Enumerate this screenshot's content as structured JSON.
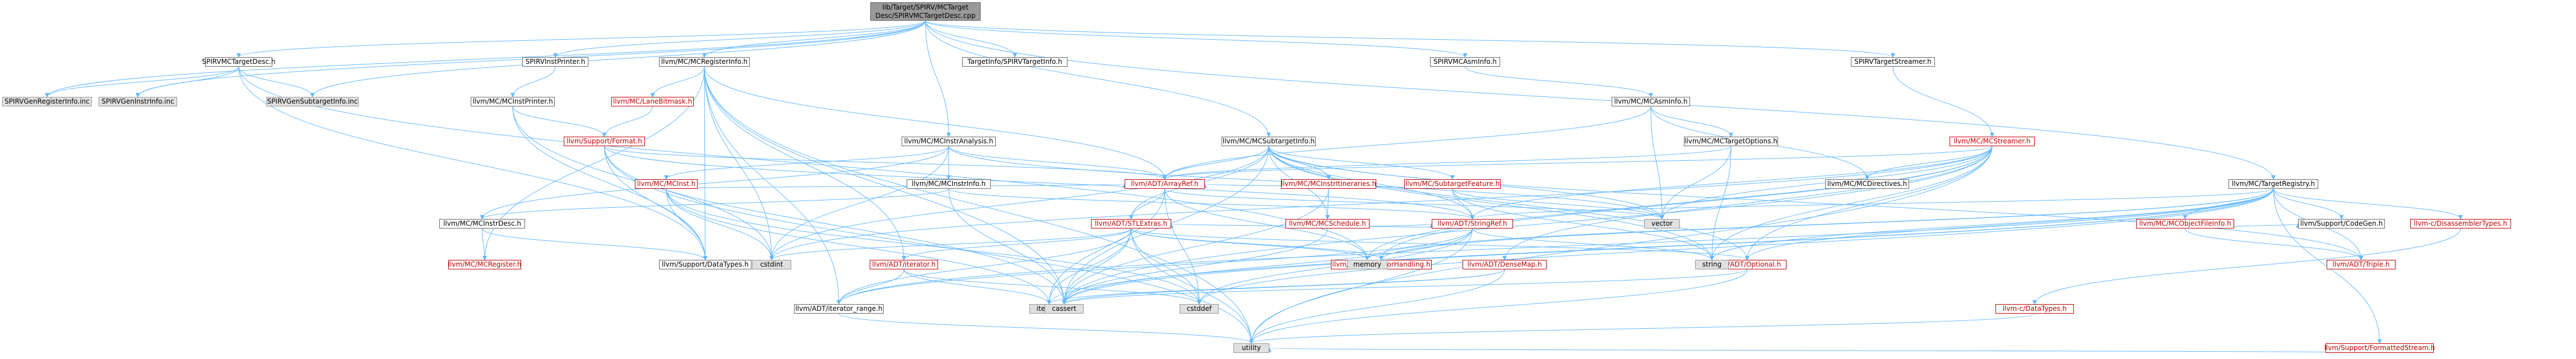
{
  "diagram": {
    "nodes": [
      {
        "id": "root",
        "label": "lib/Target/SPIRV/MCTarget\nDesc/SPIRVMCTargetDesc.cpp",
        "style": "root"
      },
      {
        "id": "spirvmctd",
        "label": "SPIRVMCTargetDesc.h",
        "style": "plain"
      },
      {
        "id": "genreg",
        "label": "SPIRVGenRegisterInfo.inc",
        "style": "grey"
      },
      {
        "id": "geninstr",
        "label": "SPIRVGenInstrInfo.inc",
        "style": "grey"
      },
      {
        "id": "gensub",
        "label": "SPIRVGenSubtargetInfo.inc",
        "style": "grey"
      },
      {
        "id": "instprinter",
        "label": "SPIRVInstPrinter.h",
        "style": "plain"
      },
      {
        "id": "mcinstprinter",
        "label": "llvm/MC/MCInstPrinter.h",
        "style": "plain"
      },
      {
        "id": "mcreginfo",
        "label": "llvm/MC/MCRegisterInfo.h",
        "style": "plain"
      },
      {
        "id": "lanebitmask",
        "label": "llvm/MC/LaneBitmask.h",
        "style": "red"
      },
      {
        "id": "format",
        "label": "llvm/Support/Format.h",
        "style": "red"
      },
      {
        "id": "mcinst",
        "label": "llvm/MC/MCInst.h",
        "style": "red"
      },
      {
        "id": "mcinstrdesc",
        "label": "llvm/MC/MCInstrDesc.h",
        "style": "plain"
      },
      {
        "id": "mcregister",
        "label": "llvm/MC/MCRegister.h",
        "style": "red"
      },
      {
        "id": "datatypes",
        "label": "llvm/Support/DataTypes.h",
        "style": "plain"
      },
      {
        "id": "targetinfo",
        "label": "TargetInfo/SPIRVTargetInfo.h",
        "style": "plain"
      },
      {
        "id": "mcinstranalysis",
        "label": "llvm/MC/MCInstrAnalysis.h",
        "style": "plain"
      },
      {
        "id": "mcinstrinfo",
        "label": "llvm/MC/MCInstrInfo.h",
        "style": "plain"
      },
      {
        "id": "mcsubtarget",
        "label": "llvm/MC/MCSubtargetInfo.h",
        "style": "plain"
      },
      {
        "id": "arrayref",
        "label": "llvm/ADT/ArrayRef.h",
        "style": "red"
      },
      {
        "id": "stlextras",
        "label": "llvm/ADT/STLExtras.h",
        "style": "red"
      },
      {
        "id": "mcinstrit",
        "label": "llvm/MC/MCInstrItineraries.h",
        "style": "red"
      },
      {
        "id": "mcschedule",
        "label": "llvm/MC/MCSchedule.h",
        "style": "red"
      },
      {
        "id": "subtargetfeature",
        "label": "llvm/MC/SubtargetFeature.h",
        "style": "red"
      },
      {
        "id": "stringref",
        "label": "llvm/ADT/StringRef.h",
        "style": "red"
      },
      {
        "id": "iteratorh",
        "label": "llvm/ADT/iterator.h",
        "style": "red"
      },
      {
        "id": "iterrange",
        "label": "llvm/ADT/iterator_range.h",
        "style": "plain"
      },
      {
        "id": "errorhandling",
        "label": "llvm/Support/ErrorHandling.h",
        "style": "red"
      },
      {
        "id": "densemap",
        "label": "llvm/ADT/DenseMap.h",
        "style": "red"
      },
      {
        "id": "optional",
        "label": "llvm/ADT/Optional.h",
        "style": "red"
      },
      {
        "id": "asminfoh",
        "label": "SPIRVMCAsmInfo.h",
        "style": "plain"
      },
      {
        "id": "mcasminfo",
        "label": "llvm/MC/MCAsmInfo.h",
        "style": "plain"
      },
      {
        "id": "mctargetoptions",
        "label": "llvm/MC/MCTargetOptions.h",
        "style": "plain"
      },
      {
        "id": "mcdirectives",
        "label": "llvm/MC/MCDirectives.h",
        "style": "plain"
      },
      {
        "id": "streamerh",
        "label": "SPIRVTargetStreamer.h",
        "style": "plain"
      },
      {
        "id": "mcstreamer",
        "label": "llvm/MC/MCStreamer.h",
        "style": "red"
      },
      {
        "id": "targetregistry",
        "label": "llvm/MC/TargetRegistry.h",
        "style": "plain"
      },
      {
        "id": "mcobjfile",
        "label": "llvm/MC/MCObjectFileInfo.h",
        "style": "red"
      },
      {
        "id": "codegen",
        "label": "llvm/Support/CodeGen.h",
        "style": "plain"
      },
      {
        "id": "disasmtypes",
        "label": "llvm-c/DisassemblerTypes.h",
        "style": "red"
      },
      {
        "id": "triple",
        "label": "llvm/ADT/Triple.h",
        "style": "red"
      },
      {
        "id": "cdatatypes",
        "label": "llvm-c/DataTypes.h",
        "style": "red"
      },
      {
        "id": "formattedstream",
        "label": "llvm/Support/FormattedStream.h",
        "style": "red"
      },
      {
        "id": "cstdint",
        "label": "cstdint",
        "style": "grey"
      },
      {
        "id": "memory",
        "label": "memory",
        "style": "grey"
      },
      {
        "id": "vector",
        "label": "vector",
        "style": "grey"
      },
      {
        "id": "string",
        "label": "string",
        "style": "grey"
      },
      {
        "id": "iterator",
        "label": "iterator",
        "style": "grey"
      },
      {
        "id": "cassert",
        "label": "cassert",
        "style": "grey"
      },
      {
        "id": "cstddef",
        "label": "cstddef",
        "style": "grey"
      },
      {
        "id": "utility",
        "label": "utility",
        "style": "grey"
      }
    ],
    "edges": [
      [
        "root",
        "spirvmctd"
      ],
      [
        "root",
        "genreg"
      ],
      [
        "root",
        "geninstr"
      ],
      [
        "root",
        "gensub"
      ],
      [
        "root",
        "instprinter"
      ],
      [
        "root",
        "mcreginfo"
      ],
      [
        "root",
        "targetinfo"
      ],
      [
        "root",
        "mcinstranalysis"
      ],
      [
        "root",
        "mcsubtarget"
      ],
      [
        "root",
        "asminfoh"
      ],
      [
        "root",
        "streamerh"
      ],
      [
        "root",
        "targetregistry"
      ],
      [
        "spirvmctd",
        "genreg"
      ],
      [
        "spirvmctd",
        "geninstr"
      ],
      [
        "spirvmctd",
        "gensub"
      ],
      [
        "spirvmctd",
        "datatypes"
      ],
      [
        "spirvmctd",
        "memory"
      ],
      [
        "instprinter",
        "mcinstprinter"
      ],
      [
        "mcinstprinter",
        "format"
      ],
      [
        "mcinstprinter",
        "datatypes"
      ],
      [
        "mcinstprinter",
        "cstdint"
      ],
      [
        "mcreginfo",
        "lanebitmask"
      ],
      [
        "mcreginfo",
        "mcregister"
      ],
      [
        "mcreginfo",
        "datatypes"
      ],
      [
        "mcreginfo",
        "cassert"
      ],
      [
        "mcreginfo",
        "cstdint"
      ],
      [
        "mcreginfo",
        "utility"
      ],
      [
        "mcreginfo",
        "iteratorh"
      ],
      [
        "mcreginfo",
        "iterrange"
      ],
      [
        "mcreginfo",
        "arrayref"
      ],
      [
        "lanebitmask",
        "format"
      ],
      [
        "format",
        "arrayref"
      ],
      [
        "format",
        "stringref"
      ],
      [
        "format",
        "datatypes"
      ],
      [
        "format",
        "cassert"
      ],
      [
        "format",
        "cstdio"
      ],
      [
        "format",
        "tuple"
      ],
      [
        "format",
        "utility"
      ],
      [
        "mcinstranalysis",
        "mcinst"
      ],
      [
        "mcinstranalysis",
        "mcinstrinfo"
      ],
      [
        "mcinstranalysis",
        "mcinstrdesc"
      ],
      [
        "mcinstranalysis",
        "arrayref"
      ],
      [
        "mcinstranalysis",
        "cstdint"
      ],
      [
        "mcinstranalysis",
        "vector"
      ],
      [
        "mcinst",
        "arrayref"
      ],
      [
        "mcinst",
        "cstddef"
      ],
      [
        "mcinst",
        "cstdint"
      ],
      [
        "mcinst",
        "iterator"
      ],
      [
        "mcinst",
        "datatypes"
      ],
      [
        "mcinstrinfo",
        "mcinstrdesc"
      ],
      [
        "mcinstrinfo",
        "stringref"
      ],
      [
        "mcinstrinfo",
        "cassert"
      ],
      [
        "mcinstrdesc",
        "mcregister"
      ],
      [
        "mcinstrdesc",
        "datatypes"
      ],
      [
        "mcsubtarget",
        "arrayref"
      ],
      [
        "mcsubtarget",
        "stlextras"
      ],
      [
        "mcsubtarget",
        "mcinstrit"
      ],
      [
        "mcsubtarget",
        "mcschedule"
      ],
      [
        "mcsubtarget",
        "subtargetfeature"
      ],
      [
        "mcsubtarget",
        "stringref"
      ],
      [
        "mcsubtarget",
        "triple"
      ],
      [
        "mcsubtarget",
        "cassert"
      ],
      [
        "mcsubtarget",
        "cstdint"
      ],
      [
        "mcsubtarget",
        "string"
      ],
      [
        "mcsubtarget",
        "vector"
      ],
      [
        "mcsubtarget",
        "optional"
      ],
      [
        "arrayref",
        "stlextras"
      ],
      [
        "arrayref",
        "memory"
      ],
      [
        "arrayref",
        "vector"
      ],
      [
        "arrayref",
        "iterator"
      ],
      [
        "arrayref",
        "cstddef"
      ],
      [
        "stlextras",
        "iteratorh"
      ],
      [
        "stlextras",
        "iterrange"
      ],
      [
        "stlextras",
        "errorhandling"
      ],
      [
        "stlextras",
        "optional"
      ],
      [
        "stlextras",
        "cassert"
      ],
      [
        "stlextras",
        "cstddef"
      ],
      [
        "stlextras",
        "cstdint"
      ],
      [
        "stlextras",
        "iterator"
      ],
      [
        "stlextras",
        "memory"
      ],
      [
        "stlextras",
        "utility"
      ],
      [
        "mcinstrit",
        "mcschedule"
      ],
      [
        "mcinstrit",
        "cassert"
      ],
      [
        "mcschedule",
        "stringref"
      ],
      [
        "mcschedule",
        "cassert"
      ],
      [
        "subtargetfeature",
        "arrayref"
      ],
      [
        "subtargetfeature",
        "stringref"
      ],
      [
        "subtargetfeature",
        "string"
      ],
      [
        "subtargetfeature",
        "vector"
      ],
      [
        "stringref",
        "stlextras"
      ],
      [
        "stringref",
        "iterrange"
      ],
      [
        "stringref",
        "string"
      ],
      [
        "stringref",
        "cassert"
      ],
      [
        "stringref",
        "cstddef"
      ],
      [
        "stringref",
        "utility"
      ],
      [
        "iteratorh",
        "iterrange"
      ],
      [
        "iteratorh",
        "cstddef"
      ],
      [
        "iteratorh",
        "iterator"
      ],
      [
        "iterrange",
        "utility"
      ],
      [
        "densemap",
        "utility"
      ],
      [
        "densemap",
        "cassert"
      ],
      [
        "densemap",
        "iterator"
      ],
      [
        "optional",
        "cassert"
      ],
      [
        "optional",
        "utility"
      ],
      [
        "asminfoh",
        "mcasminfo"
      ],
      [
        "mcasminfo",
        "mcdirectives"
      ],
      [
        "mcasminfo",
        "mctargetoptions"
      ],
      [
        "mcasminfo",
        "vector"
      ],
      [
        "mcasminfo",
        "arrayref"
      ],
      [
        "mctargetoptions",
        "string"
      ],
      [
        "mctargetoptions",
        "vector"
      ],
      [
        "mctargetoptions",
        "arrayref"
      ],
      [
        "streamerh",
        "mcstreamer"
      ],
      [
        "mcstreamer",
        "arrayref"
      ],
      [
        "mcstreamer",
        "densemap"
      ],
      [
        "mcstreamer",
        "optional"
      ],
      [
        "mcstreamer",
        "stringref"
      ],
      [
        "mcstreamer",
        "mcdirectives"
      ],
      [
        "mcstreamer",
        "errorhandling"
      ],
      [
        "mcstreamer",
        "cassert"
      ],
      [
        "mcstreamer",
        "cstdint"
      ],
      [
        "mcstreamer",
        "memory"
      ],
      [
        "mcstreamer",
        "string"
      ],
      [
        "mcstreamer",
        "utility"
      ],
      [
        "mcstreamer",
        "vector"
      ],
      [
        "targetregistry",
        "mcobjfile"
      ],
      [
        "targetregistry",
        "codegen"
      ],
      [
        "targetregistry",
        "disasmtypes"
      ],
      [
        "targetregistry",
        "triple"
      ],
      [
        "targetregistry",
        "formattedstream"
      ],
      [
        "targetregistry",
        "errorhandling"
      ],
      [
        "targetregistry",
        "optional"
      ],
      [
        "targetregistry",
        "stringref"
      ],
      [
        "targetregistry",
        "iterrange"
      ],
      [
        "targetregistry",
        "cassert"
      ],
      [
        "targetregistry",
        "cstddef"
      ],
      [
        "targetregistry",
        "iterator"
      ],
      [
        "targetregistry",
        "memory"
      ],
      [
        "targetregistry",
        "string"
      ],
      [
        "mcobjfile",
        "triple"
      ],
      [
        "mcobjfile",
        "codegen"
      ],
      [
        "disasmtypes",
        "cdatatypes"
      ],
      [
        "cdatatypes",
        "utility"
      ],
      [
        "formattedstream",
        "utility"
      ]
    ]
  }
}
